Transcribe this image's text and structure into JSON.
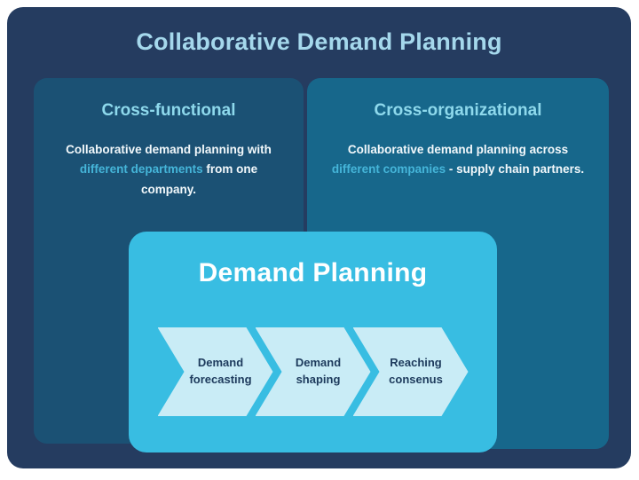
{
  "title": "Collaborative Demand Planning",
  "colors": {
    "page_background": "#ffffff",
    "card_navy": "#253c60",
    "panel_left": "#1b5174",
    "panel_right": "#17678b",
    "center_cyan": "#38bde2",
    "chevron_fill": "#c9ecf6",
    "chevron_text": "#1d3a5c",
    "title_text": "#a5d8ec",
    "heading_text": "#8ed9ec",
    "body_text": "#f2f8fb",
    "highlight_text": "#45b5d9"
  },
  "panels": [
    {
      "heading": "Cross-functional",
      "body_pre": "Collaborative demand planning with ",
      "body_highlight": "different departments",
      "body_post": " from one company."
    },
    {
      "heading": "Cross-organizational",
      "body_pre": "Collaborative demand planning across ",
      "body_highlight": "different companies",
      "body_post": " - supply chain partners."
    }
  ],
  "center": {
    "title": "Demand Planning",
    "steps": [
      {
        "label": "Demand forecasting"
      },
      {
        "label": "Demand shaping"
      },
      {
        "label": "Reaching consenus"
      }
    ]
  }
}
